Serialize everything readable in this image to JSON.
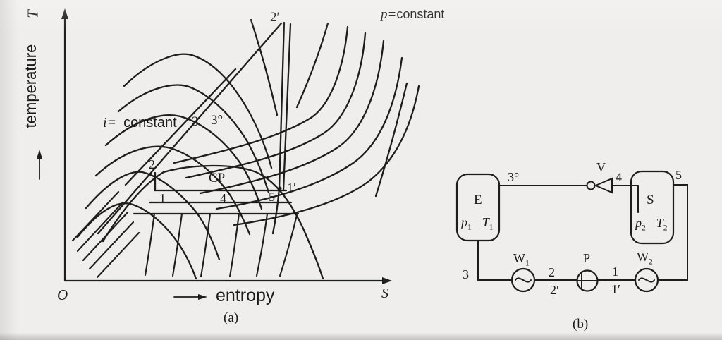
{
  "panel_a": {
    "y_axis_symbol": "T",
    "y_axis_word": "temperature",
    "x_axis_word": "entropy",
    "origin": "O",
    "x_axis_symbol": "S",
    "isenthalp_prefix": "i=",
    "isenthalp_word": "constant",
    "isobar_prefix": "p=",
    "isobar_word": "constant",
    "critical_point": "CP",
    "pt_1": "1",
    "pt_2": "2",
    "pt_3": "3",
    "pt_3s": "3°",
    "pt_4": "4",
    "pt_5": "5",
    "pt_1p": "1′",
    "pt_2p": "2′",
    "caption": "(a)"
  },
  "panel_b": {
    "evaporator": "E",
    "sorber": "S",
    "valve": "V",
    "pump": "P",
    "hx1_base": "W",
    "hx1_sub": "1",
    "hx2_base": "W",
    "hx2_sub": "2",
    "e_p": "p",
    "e_p_sub": "1",
    "e_t": "T",
    "e_t_sub": "1",
    "s_p": "p",
    "s_p_sub": "2",
    "s_t": "T",
    "s_t_sub": "2",
    "n_3": "3",
    "n_3s": "3°",
    "n_4": "4",
    "n_5": "5",
    "n_2": "2",
    "n_2p": "2′",
    "n_1": "1",
    "n_1p": "1′",
    "caption": "(b)"
  }
}
